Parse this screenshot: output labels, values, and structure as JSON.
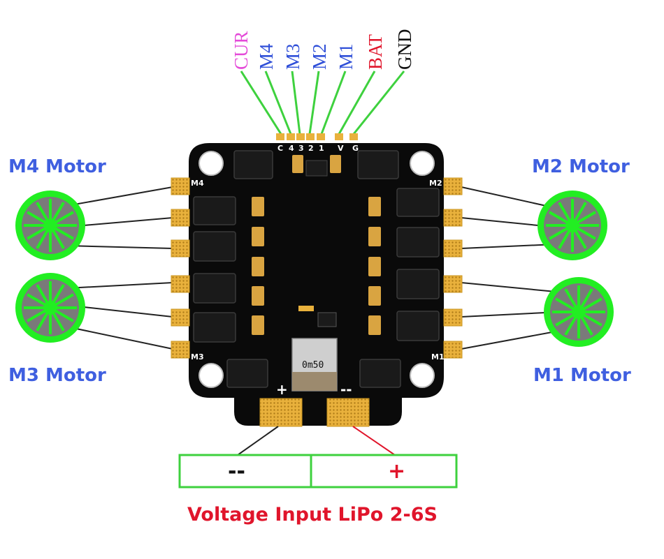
{
  "pins": [
    {
      "label": "CUR",
      "color": "#e44ad8"
    },
    {
      "label": "M4",
      "color": "#2f4fd8"
    },
    {
      "label": "M3",
      "color": "#2f4fd8"
    },
    {
      "label": "M2",
      "color": "#2f4fd8"
    },
    {
      "label": "M1",
      "color": "#2f4fd8"
    },
    {
      "label": "BAT",
      "color": "#e0152b"
    },
    {
      "label": "GND",
      "color": "#111111"
    }
  ],
  "board_pad_labels": [
    "C",
    "4",
    "3",
    "2",
    "1",
    "V",
    "G"
  ],
  "motors": [
    {
      "id": "m4",
      "label": "M4 Motor",
      "corner": "M4"
    },
    {
      "id": "m2",
      "label": "M2 Motor",
      "corner": "M2"
    },
    {
      "id": "m3",
      "label": "M3 Motor",
      "corner": "M3"
    },
    {
      "id": "m1",
      "label": "M1 Motor",
      "corner": "M1"
    }
  ],
  "shunt_marking": "0m50",
  "power": {
    "negative_sign": "--",
    "positive_sign": "+",
    "board_plus": "+",
    "board_minus": "--",
    "title": "Voltage Input LiPo 2-6S"
  },
  "colors": {
    "wire_green": "#3ed13e",
    "motor_green": "#22ee22",
    "motor_grey": "#7a7a7a",
    "pcb": "#0a0a0a",
    "pad_gold": "#e9b13c",
    "motor_text": "#3f5fe0",
    "power_text": "#e0152b"
  }
}
